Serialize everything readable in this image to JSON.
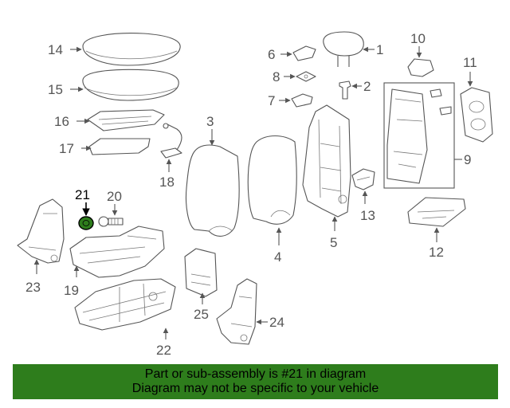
{
  "highlight_color": "#2e7d1c",
  "line_color": "#555555",
  "banner": {
    "line1": "Part or sub-assembly is #21 in diagram",
    "line2": "Diagram may not be specific to your vehicle",
    "color": "#2e7d1c"
  },
  "parts": {
    "p1": "1",
    "p2": "2",
    "p3": "3",
    "p4": "4",
    "p5": "5",
    "p6": "6",
    "p7": "7",
    "p8": "8",
    "p9": "9",
    "p10": "10",
    "p11": "11",
    "p12": "12",
    "p13": "13",
    "p14": "14",
    "p15": "15",
    "p16": "16",
    "p17": "17",
    "p18": "18",
    "p19": "19",
    "p20": "20",
    "p21": "21",
    "p22": "22",
    "p23": "23",
    "p24": "24",
    "p25": "25"
  },
  "highlighted_part": "21"
}
